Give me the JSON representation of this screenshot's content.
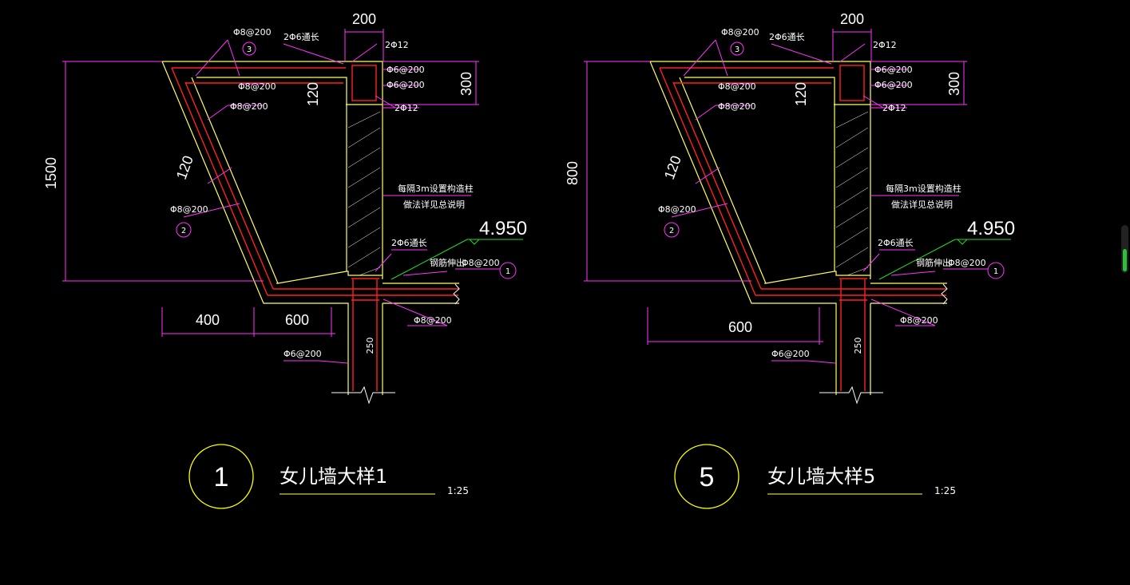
{
  "details": [
    {
      "id": "detail-1",
      "number": "1",
      "title": "女儿墙大样1",
      "scale": "1:25",
      "height_dim": "1500",
      "col_width": "200",
      "top_depth": "300",
      "slab_thk": "120",
      "sloped_thk": "120",
      "bottom_dims": [
        "400",
        "600"
      ],
      "col_thk": "250",
      "elevation": "4.950",
      "labels": {
        "top_rebar": "Φ8@200",
        "top_marker": "3",
        "through_bars": "2Φ6通长",
        "bar_top": "2Φ12",
        "stirrup_a": "Φ6@200",
        "stirrup_b": "Φ6@200",
        "bar_bottom": "2Φ12",
        "slab_rebar1": "Φ8@200",
        "slab_rebar2": "Φ8@200",
        "slope_rebar": "Φ8@200",
        "slope_marker": "2",
        "note_line1": "每隔3m设置构造柱",
        "note_line2": "做法详见总说明",
        "through_bars2": "2Φ6通长",
        "rebar_extend": "钢筋伸出",
        "floor_rebar": "Φ8@200",
        "floor_marker": "1",
        "floor_rebar2": "Φ8@200",
        "col_rebar": "Φ6@200"
      }
    },
    {
      "id": "detail-5",
      "number": "5",
      "title": "女儿墙大样5",
      "scale": "1:25",
      "height_dim": "800",
      "col_width": "200",
      "top_depth": "300",
      "slab_thk": "120",
      "sloped_thk": "120",
      "bottom_dims": [
        "600"
      ],
      "col_thk": "250",
      "elevation": "4.950",
      "labels": {
        "top_rebar": "Φ8@200",
        "top_marker": "3",
        "through_bars": "2Φ6通长",
        "bar_top": "2Φ12",
        "stirrup_a": "Φ6@200",
        "stirrup_b": "Φ6@200",
        "bar_bottom": "2Φ12",
        "slab_rebar1": "Φ8@200",
        "slab_rebar2": "Φ8@200",
        "slope_rebar": "Φ8@200",
        "slope_marker": "2",
        "note_line1": "每隔3m设置构造柱",
        "note_line2": "做法详见总说明",
        "through_bars2": "2Φ6通长",
        "rebar_extend": "钢筋伸出",
        "floor_rebar": "Φ8@200",
        "floor_marker": "1",
        "floor_rebar2": "Φ8@200",
        "col_rebar": "Φ6@200"
      }
    }
  ],
  "colors": {
    "background": "#000000",
    "concrete": "#ffff66",
    "rebar": "#ff2020",
    "dimension": "#ff33ff",
    "leader": "#ff33ff",
    "elevation_mark": "#22dd22",
    "title_circle": "#ffff00",
    "text": "#ffffff",
    "hatch": "#ffffff"
  }
}
